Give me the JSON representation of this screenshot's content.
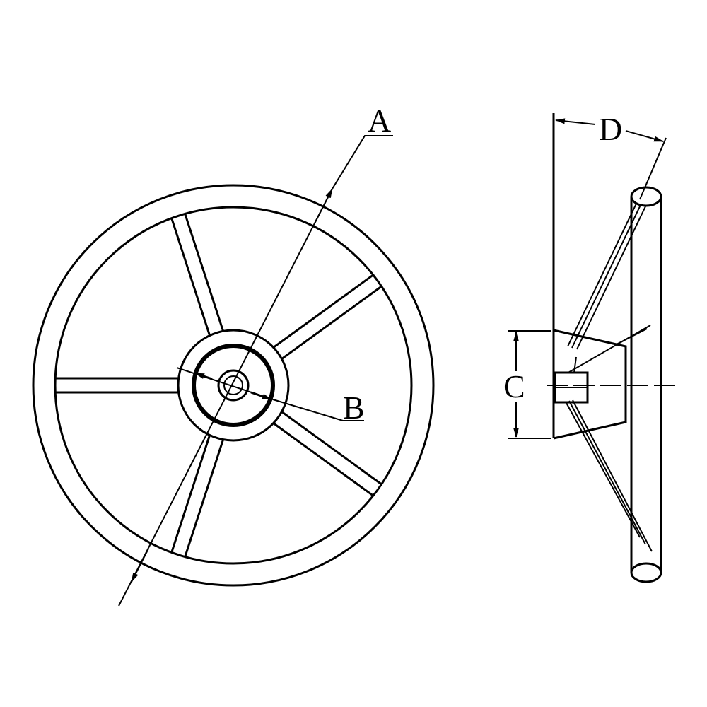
{
  "labels": {
    "a": "A",
    "b": "B",
    "c": "C",
    "d": "D"
  },
  "colors": {
    "line": "#000000",
    "background": "#ffffff"
  }
}
